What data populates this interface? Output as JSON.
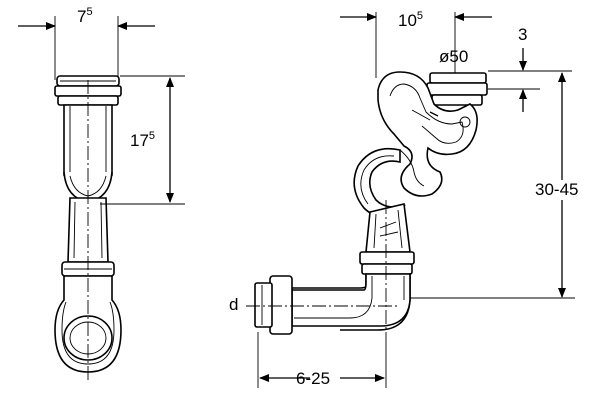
{
  "drawing": {
    "left_view": {
      "width_dim": {
        "main": "7",
        "sup": "5"
      },
      "height_dim": {
        "main": "17",
        "sup": "5"
      }
    },
    "right_view": {
      "offset_dim": {
        "main": "10",
        "sup": "5"
      },
      "diameter_label": "ø50",
      "gap_dim": "3",
      "height_range": "30-45",
      "outlet_label": "d",
      "length_range": "6-25"
    }
  }
}
